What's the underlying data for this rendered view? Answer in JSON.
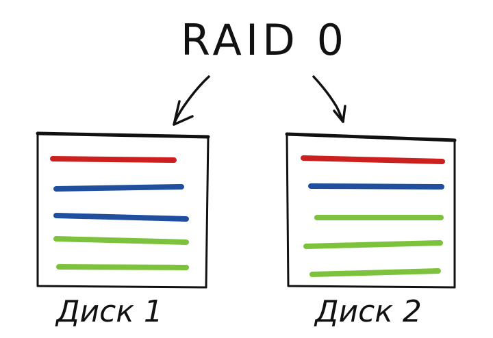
{
  "title": "RAID 0",
  "colors": {
    "red": "#cc1f1f",
    "blue": "#1f4f9e",
    "green": "#7cc23c",
    "ink": "#111111"
  },
  "disks": [
    {
      "label": "Диск 1",
      "stripes": [
        "red",
        "blue",
        "blue",
        "green",
        "green"
      ]
    },
    {
      "label": "Диск 2",
      "stripes": [
        "red",
        "blue",
        "green",
        "green",
        "green"
      ]
    }
  ]
}
